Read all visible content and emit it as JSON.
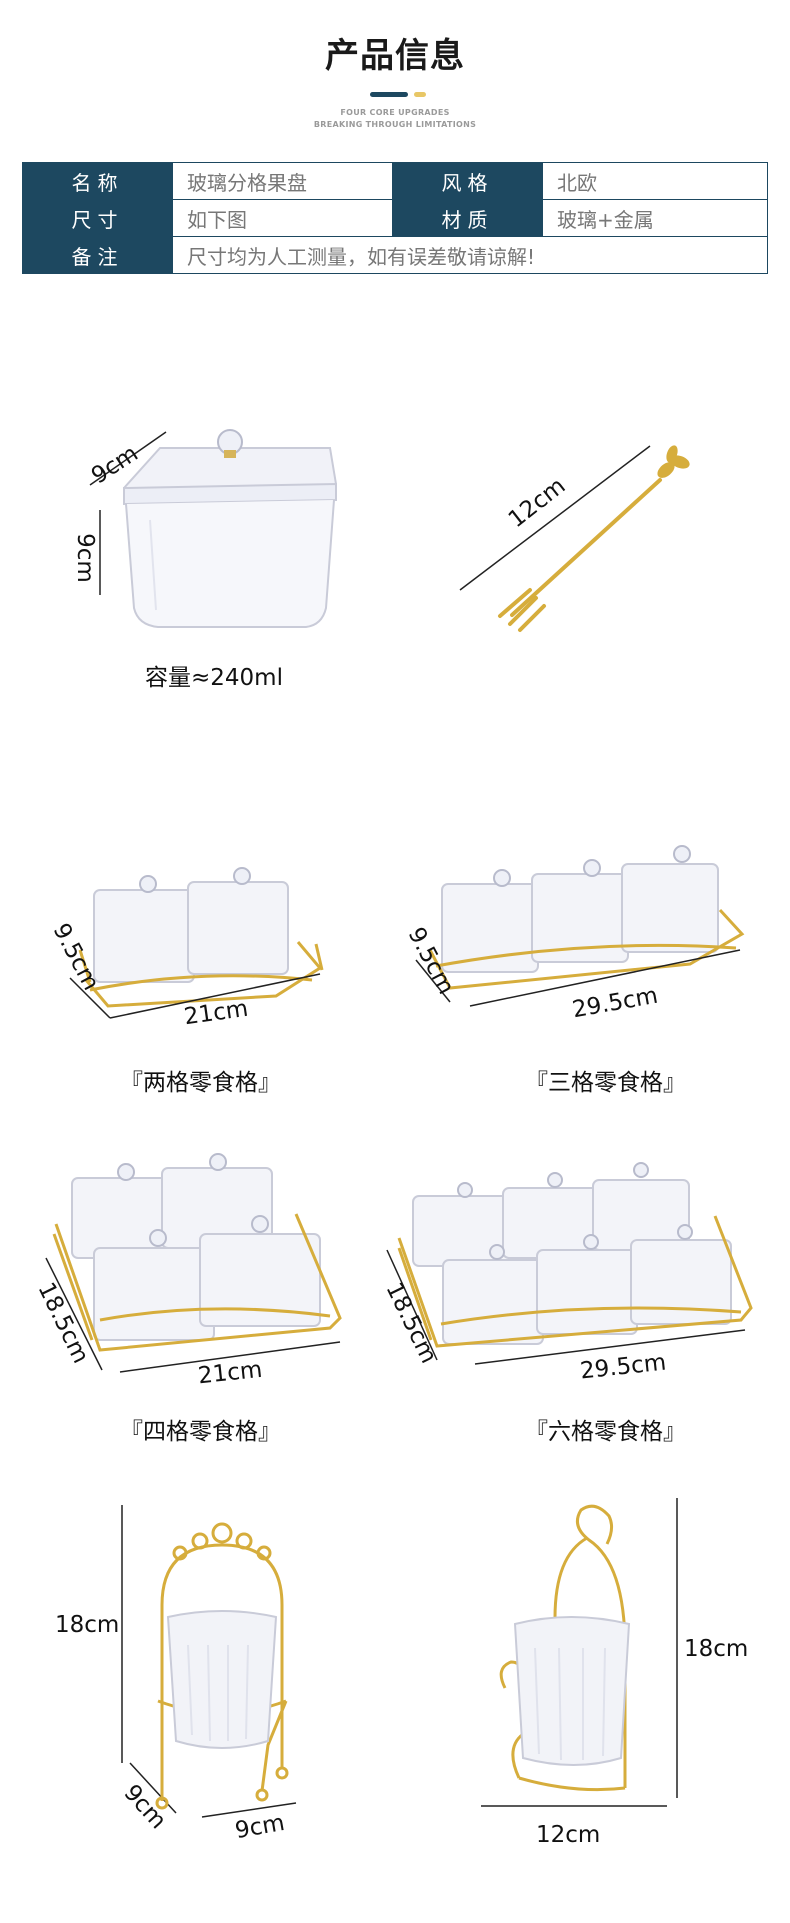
{
  "header": {
    "title": "产品信息",
    "subtitle_1": "FOUR CORE UPGRADES",
    "subtitle_2": "BREAKING THROUGH LIMITATIONS",
    "colors": {
      "primary": "#1d4860",
      "accent": "#e8c766"
    }
  },
  "spec_table": {
    "rows": [
      {
        "k1": "名称",
        "v1": "玻璃分格果盘",
        "k2": "风格",
        "v2": "北欧"
      },
      {
        "k1": "尺寸",
        "v1": "如下图",
        "k2": "材质",
        "v2": "玻璃+金属"
      },
      {
        "k1": "备注",
        "v1": "尺寸均为人工测量，如有误差敬请谅解!"
      }
    ]
  },
  "single_box": {
    "depth": "9cm",
    "height": "9cm",
    "capacity": "容量≈240ml"
  },
  "fork": {
    "length": "12cm"
  },
  "two_grid": {
    "depth": "9.5cm",
    "width": "21cm",
    "caption": "『两格零食格』"
  },
  "three_grid": {
    "depth": "9.5cm",
    "width": "29.5cm",
    "caption": "『三格零食格』"
  },
  "four_grid": {
    "depth": "18.5cm",
    "width": "21cm",
    "caption": "『四格零食格』"
  },
  "six_grid": {
    "depth": "18.5cm",
    "width": "29.5cm",
    "caption": "『六格零食格』"
  },
  "crown_cup": {
    "height": "18cm",
    "depth": "9cm",
    "width": "9cm"
  },
  "swan_cup": {
    "height": "18cm",
    "width": "12cm"
  }
}
